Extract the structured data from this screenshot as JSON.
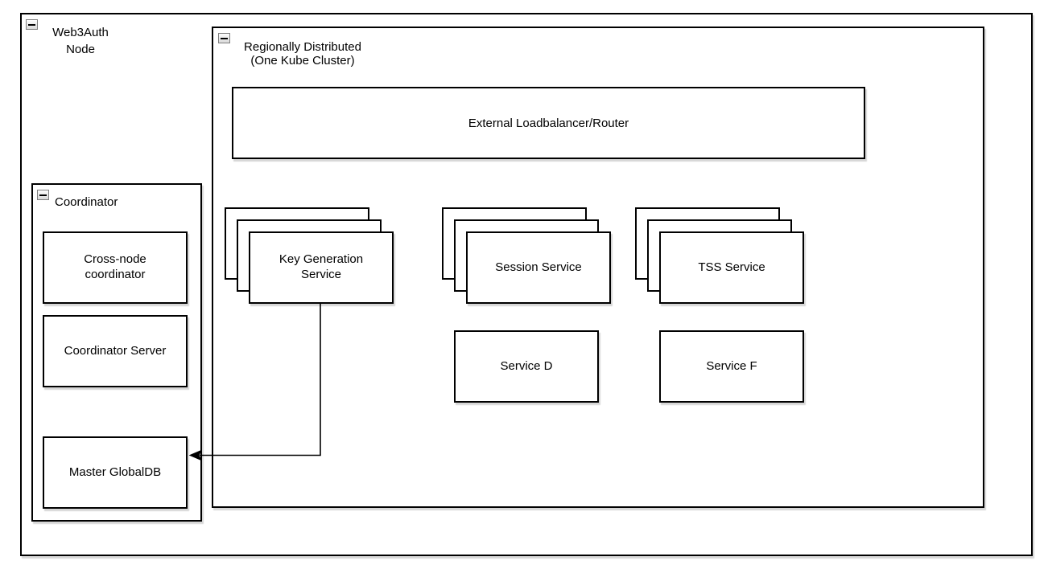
{
  "diagram": {
    "outer_container": {
      "label": "Web3Auth Node",
      "collapse_icon": "minus-icon"
    },
    "cluster_container": {
      "label": "Regionally Distributed (One Kube Cluster)",
      "collapse_icon": "minus-icon"
    },
    "loadbalancer": {
      "label": "External Loadbalancer/Router"
    },
    "stacks": [
      {
        "label": "Key Generation Service",
        "replicas_shown": 3
      },
      {
        "label": "Session Service",
        "replicas_shown": 3
      },
      {
        "label": "TSS Service",
        "replicas_shown": 3
      }
    ],
    "services": [
      {
        "label": "Service D"
      },
      {
        "label": "Service F"
      }
    ],
    "coordinator": {
      "label": "Coordinator",
      "collapse_icon": "minus-icon",
      "children": [
        {
          "label": "Cross-node coordinator"
        },
        {
          "label": "Coordinator Server"
        },
        {
          "label": "Master GlobalDB"
        }
      ]
    },
    "edges": [
      {
        "from": "Key Generation Service",
        "to": "Master GlobalDB",
        "arrowhead": "filled-left"
      }
    ],
    "colors": {
      "border": "#000000",
      "background": "#ffffff",
      "shadow": "rgba(0,0,0,0.16)",
      "collapse_button_face": "#d9d9d9",
      "collapse_button_border": "#7f7f7f"
    }
  }
}
